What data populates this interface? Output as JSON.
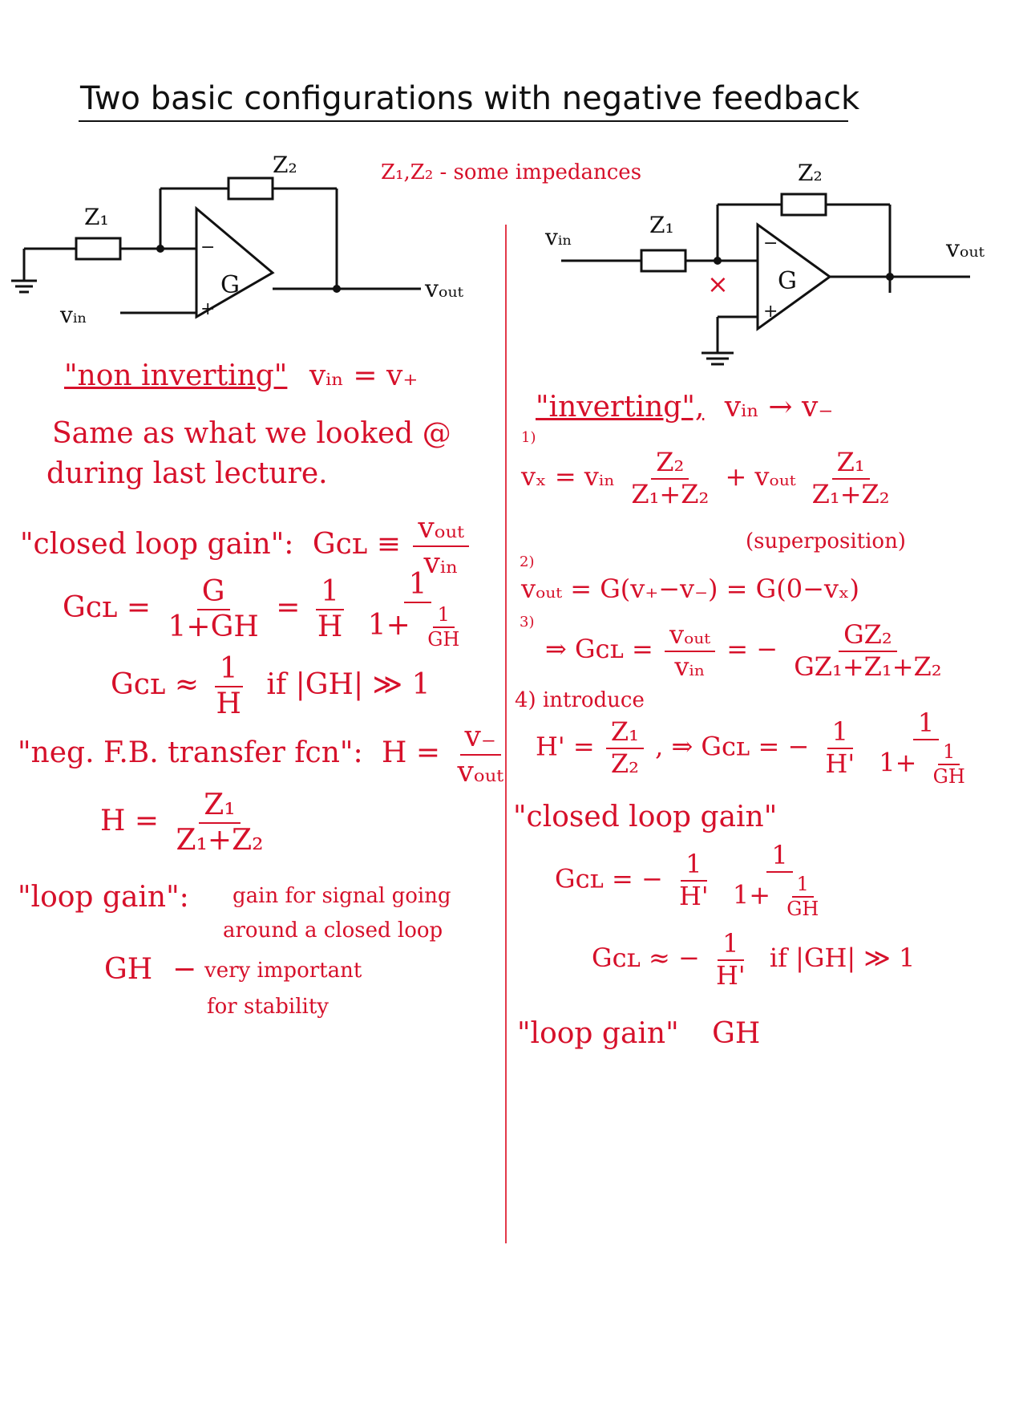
{
  "title": "Two basic configurations with negative feedback",
  "impedance_note": "Z₁,Z₂ - some impedances",
  "left_circuit": {
    "z1": "Z₁",
    "z2": "Z₂",
    "gain": "G",
    "minus": "−",
    "plus": "+",
    "vin": "vᵢₙ",
    "vout": "vₒᵤₜ"
  },
  "right_circuit": {
    "z1": "Z₁",
    "z2": "Z₂",
    "gain": "G",
    "minus": "−",
    "plus": "+",
    "vin": "vᵢₙ",
    "vout": "vₒᵤₜ",
    "node_x": "×"
  },
  "left": {
    "noninverting_label": "\"non inverting\"",
    "noninverting_eq": "vᵢₙ = v₊",
    "same_line1": "Same as what we looked @",
    "same_line2": "during last lecture.",
    "clg_label": "\"closed loop gain\":",
    "clg_def_lhs": "Gᴄʟ ≡",
    "clg_def_num": "vₒᵤₜ",
    "clg_def_den": "vᵢₙ",
    "gcl_lhs": "Gᴄʟ =",
    "gcl_f1_num": "G",
    "gcl_f1_den": "1+GH",
    "gcl_eq2": "=",
    "gcl_f2_num": "1",
    "gcl_f2_den": "H",
    "gcl_f3_num": "1",
    "gcl_f3_den_pre": "1+",
    "gcl_f3_inner_num": "1",
    "gcl_f3_inner_den": "GH",
    "approx_lhs": "Gᴄʟ ≈",
    "approx_num": "1",
    "approx_den": "H",
    "approx_cond": "if |GH| ≫ 1",
    "fb_label": "\"neg. F.B. transfer fcn\":",
    "fb_lhs": "H =",
    "fb_num": "v₋",
    "fb_den": "vₒᵤₜ",
    "h_lhs": "H =",
    "h_num": "Z₁",
    "h_den": "Z₁+Z₂",
    "loop_label": "\"loop gain\":",
    "loop_desc1": "gain for signal going",
    "loop_desc2": "around a closed loop",
    "gh_label": "GH",
    "gh_dash": "−",
    "gh_desc1": "very important",
    "gh_desc2": "for stability"
  },
  "right": {
    "inverting_label": "\"inverting\",",
    "inverting_eq": "vᵢₙ → v₋",
    "step1": "1)",
    "vx_lhs": "vₓ = vᵢₙ",
    "vx_f1_num": "Z₂",
    "vx_f1_den": "Z₁+Z₂",
    "vx_plus": "+ vₒᵤₜ",
    "vx_f2_num": "Z₁",
    "vx_f2_den": "Z₁+Z₂",
    "superposition": "(superposition)",
    "step2": "2)",
    "vout_eq": "vₒᵤₜ = G(v₊−v₋) = G(0−vₓ)",
    "step3": "3)",
    "gcl3_lhs": "⇒ Gᴄʟ =",
    "gcl3_f1_num": "vₒᵤₜ",
    "gcl3_f1_den": "vᵢₙ",
    "gcl3_eq": "= −",
    "gcl3_f2_num": "GZ₂",
    "gcl3_f2_den": "GZ₁+Z₁+Z₂",
    "step4": "4) introduce",
    "hp_lhs": "H' =",
    "hp_num": "Z₁",
    "hp_den": "Z₂",
    "hp_then": ", ⇒ Gᴄʟ = −",
    "hp_f1_num": "1",
    "hp_f1_den": "H'",
    "hp_f2_num": "1",
    "hp_f2_den_pre": "1+",
    "hp_f2_inner_num": "1",
    "hp_f2_inner_den": "GH",
    "clg_label": "\"closed loop gain\"",
    "gcl_lhs": "Gᴄʟ = −",
    "gcl_f1_num": "1",
    "gcl_f1_den": "H'",
    "gcl_f2_num": "1",
    "gcl_f2_den_pre": "1+",
    "gcl_f2_inner_num": "1",
    "gcl_f2_inner_den": "GH",
    "approx_lhs": "Gᴄʟ ≈ −",
    "approx_num": "1",
    "approx_den": "H'",
    "approx_cond": "if |GH| ≫ 1",
    "loop_label": "\"loop gain\"",
    "loop_value": "GH"
  }
}
